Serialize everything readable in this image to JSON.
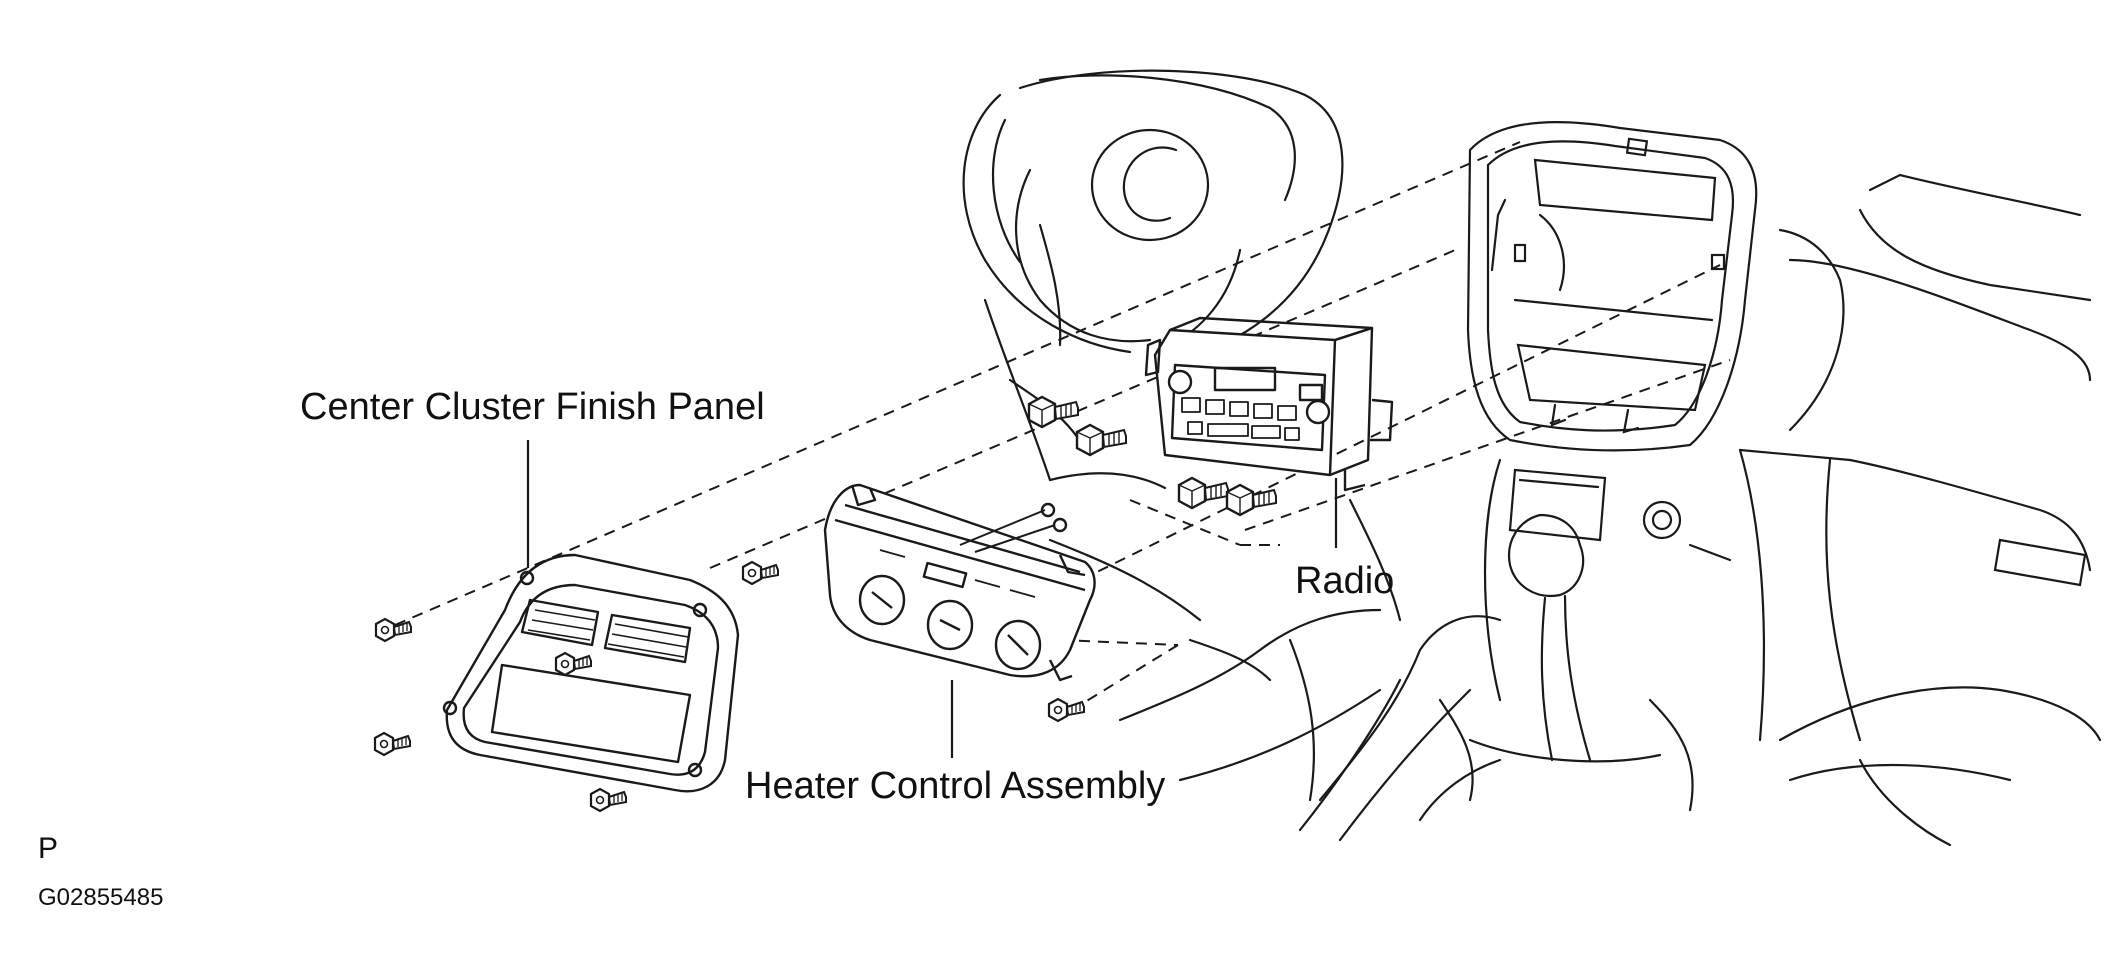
{
  "labels": {
    "center_cluster_finish_panel": "Center Cluster Finish Panel",
    "radio": "Radio",
    "heater_control_assembly": "Heater Control Assembly"
  },
  "footer": {
    "page_code": "P",
    "figure_id": "G02855485"
  },
  "colors": {
    "line": "#1a1a1a",
    "background": "#ffffff"
  }
}
